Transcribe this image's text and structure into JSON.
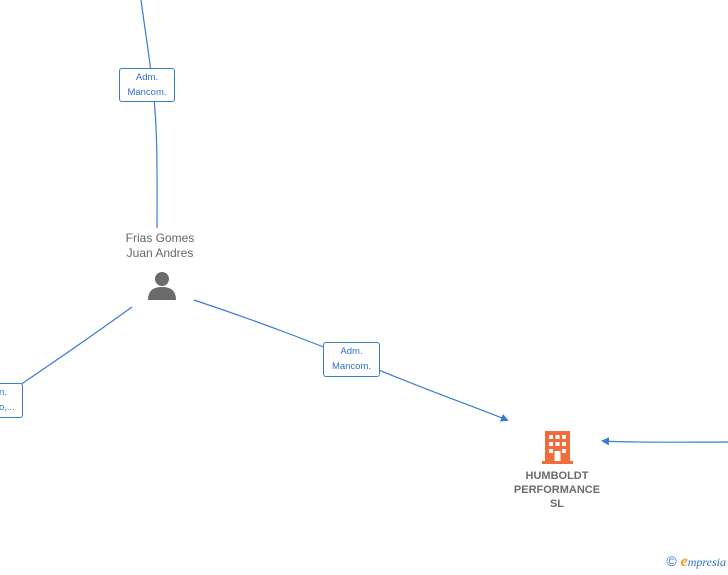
{
  "nodes": {
    "person": {
      "label_line1": "Frias Gomes",
      "label_line2": "Juan Andres",
      "icon": "person-icon"
    },
    "company": {
      "label_line1": "HUMBOLDT",
      "label_line2": "PERFORMANCE",
      "label_line3": "SL",
      "icon": "building-icon",
      "color": "#f26b3a"
    }
  },
  "edges": {
    "top": {
      "line1": "Adm.",
      "line2": "Mancom."
    },
    "middle": {
      "line1": "Adm.",
      "line2": "Mancom."
    },
    "left": {
      "line1": "n.",
      "line2": "o,..."
    }
  },
  "colors": {
    "edge": "#3a7bd5",
    "node_text": "#666666"
  },
  "footer": {
    "copyright": "©",
    "brand_e": "e",
    "brand_rest": "mpresia"
  }
}
